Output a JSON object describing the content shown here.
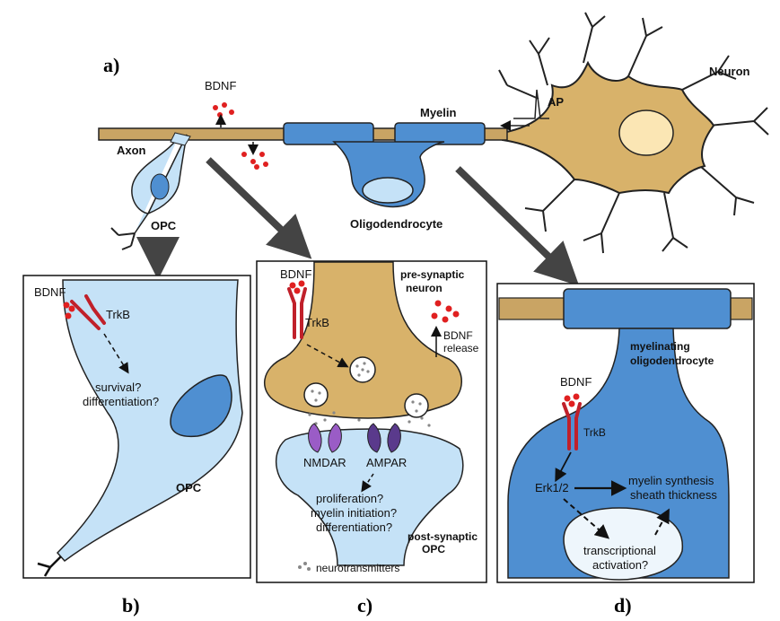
{
  "panels": {
    "a": "a)",
    "b": "b)",
    "c": "c)",
    "d": "d)"
  },
  "top": {
    "bdnf": "BDNF",
    "myelin": "Myelin",
    "ap": "AP",
    "neuron": "Neuron",
    "axon": "Axon",
    "opc": "OPC",
    "oligodendrocyte": "Oligodendrocyte"
  },
  "panel_b": {
    "bdnf": "BDNF",
    "trkb": "TrkB",
    "q1": "survival?",
    "q2": "differentiation?",
    "opc": "OPC"
  },
  "panel_c": {
    "bdnf": "BDNF",
    "trkb": "TrkB",
    "pre1": "pre-synaptic",
    "pre2": "neuron",
    "rel1": "BDNF",
    "rel2": "release",
    "nmdar": "NMDAR",
    "ampar": "AMPAR",
    "q1": "proliferation?",
    "q2": "myelin initiation?",
    "q3": "differentiation?",
    "post1": "post-synaptic",
    "post2": "OPC",
    "nt": "neurotransmitters"
  },
  "panel_d": {
    "myel1": "myelinating",
    "myel2": "oligodendrocyte",
    "bdnf": "BDNF",
    "trkb": "TrkB",
    "erk": "Erk1/2",
    "out1": "myelin synthesis",
    "out2": "sheath thickness",
    "tr1": "transcriptional",
    "tr2": "activation?"
  },
  "colors": {
    "axon": "#c9a464",
    "soma": "#d8b26a",
    "myelin": "#4f8fd1",
    "opc": "#c5e2f7",
    "receptor": "#c0202a",
    "nmdar": "#9a5cc6",
    "ampar": "#5a3a8c",
    "bdnf_dot": "#e02020"
  }
}
